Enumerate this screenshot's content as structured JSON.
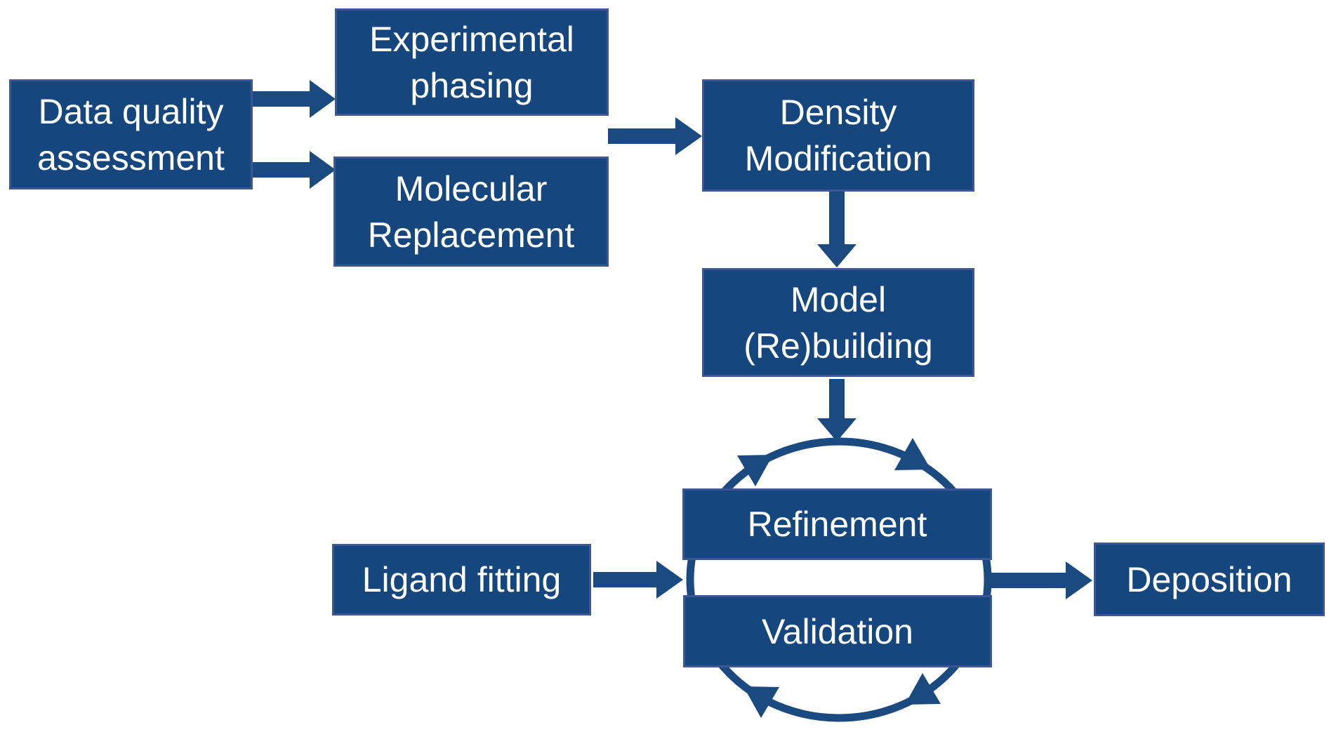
{
  "diagram": {
    "nodes": {
      "data_quality": {
        "line1": "Data quality",
        "line2": "assessment"
      },
      "experimental_phasing": {
        "line1": "Experimental",
        "line2": "phasing"
      },
      "molecular_replacement": {
        "line1": "Molecular",
        "line2": "Replacement"
      },
      "density_modification": {
        "line1": "Density",
        "line2": "Modification"
      },
      "model_rebuilding": {
        "line1": "Model",
        "line2": "(Re)building"
      },
      "refinement": {
        "line1": "Refinement"
      },
      "validation": {
        "line1": "Validation"
      },
      "ligand_fitting": {
        "line1": "Ligand fitting"
      },
      "deposition": {
        "line1": "Deposition"
      }
    },
    "colors": {
      "box_fill": "#15477E",
      "box_border": "#3D5795",
      "arrow": "#1A4A80",
      "text": "#FFFFFF",
      "background": "#FFFFFF"
    }
  }
}
